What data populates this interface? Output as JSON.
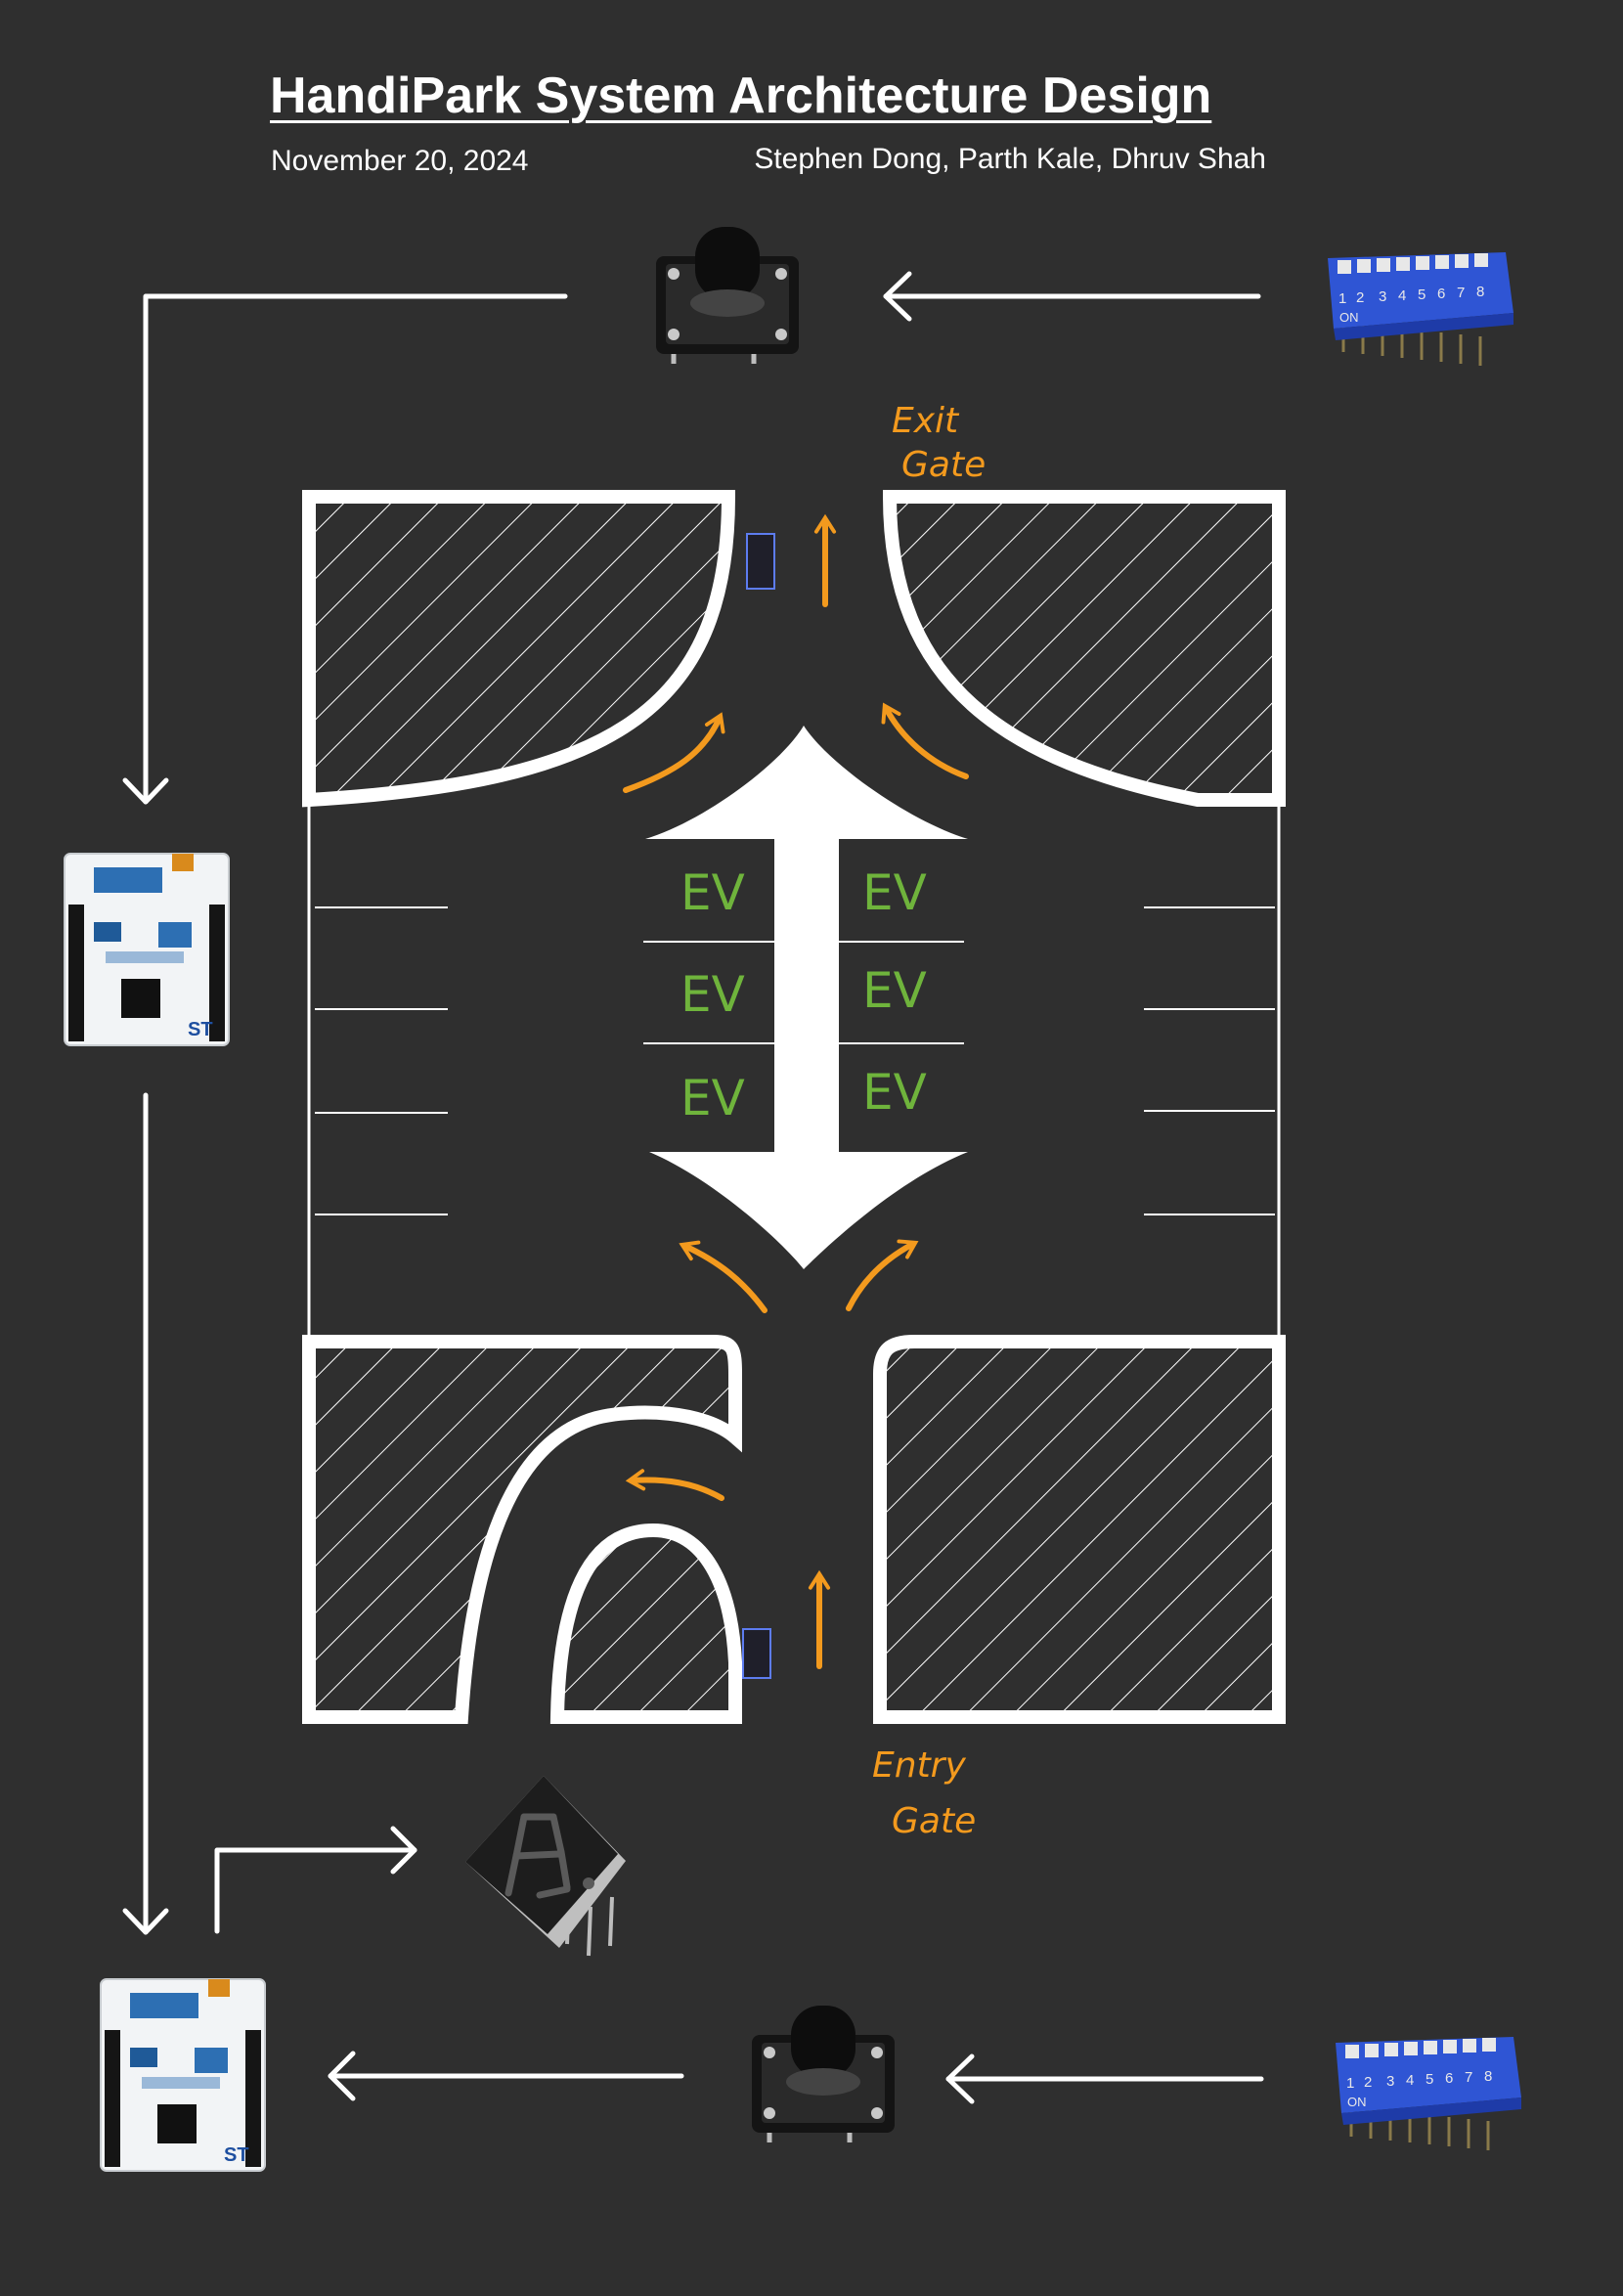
{
  "header": {
    "title": "HandiPark System Architecture Design",
    "date": "November 20, 2024",
    "authors": "Stephen Dong, Parth Kale, Dhruv Shah"
  },
  "lot": {
    "exit_gate_line1": "Exit",
    "exit_gate_line2": "Gate",
    "entry_gate_line1": "Entry",
    "entry_gate_line2": "Gate",
    "ev_label": "EV",
    "dip_numbers": [
      "1",
      "2",
      "3",
      "4",
      "5",
      "6",
      "7",
      "8"
    ],
    "dip_on_label": "ON"
  },
  "colors": {
    "background": "#2f2f2f",
    "lines": "#ffffff",
    "flow_arrows": "#f39a1e",
    "ev_text": "#6fb43c",
    "dip_switch": "#2f55d4",
    "board": "#f2f4f6",
    "button": "#1a1a1a"
  }
}
